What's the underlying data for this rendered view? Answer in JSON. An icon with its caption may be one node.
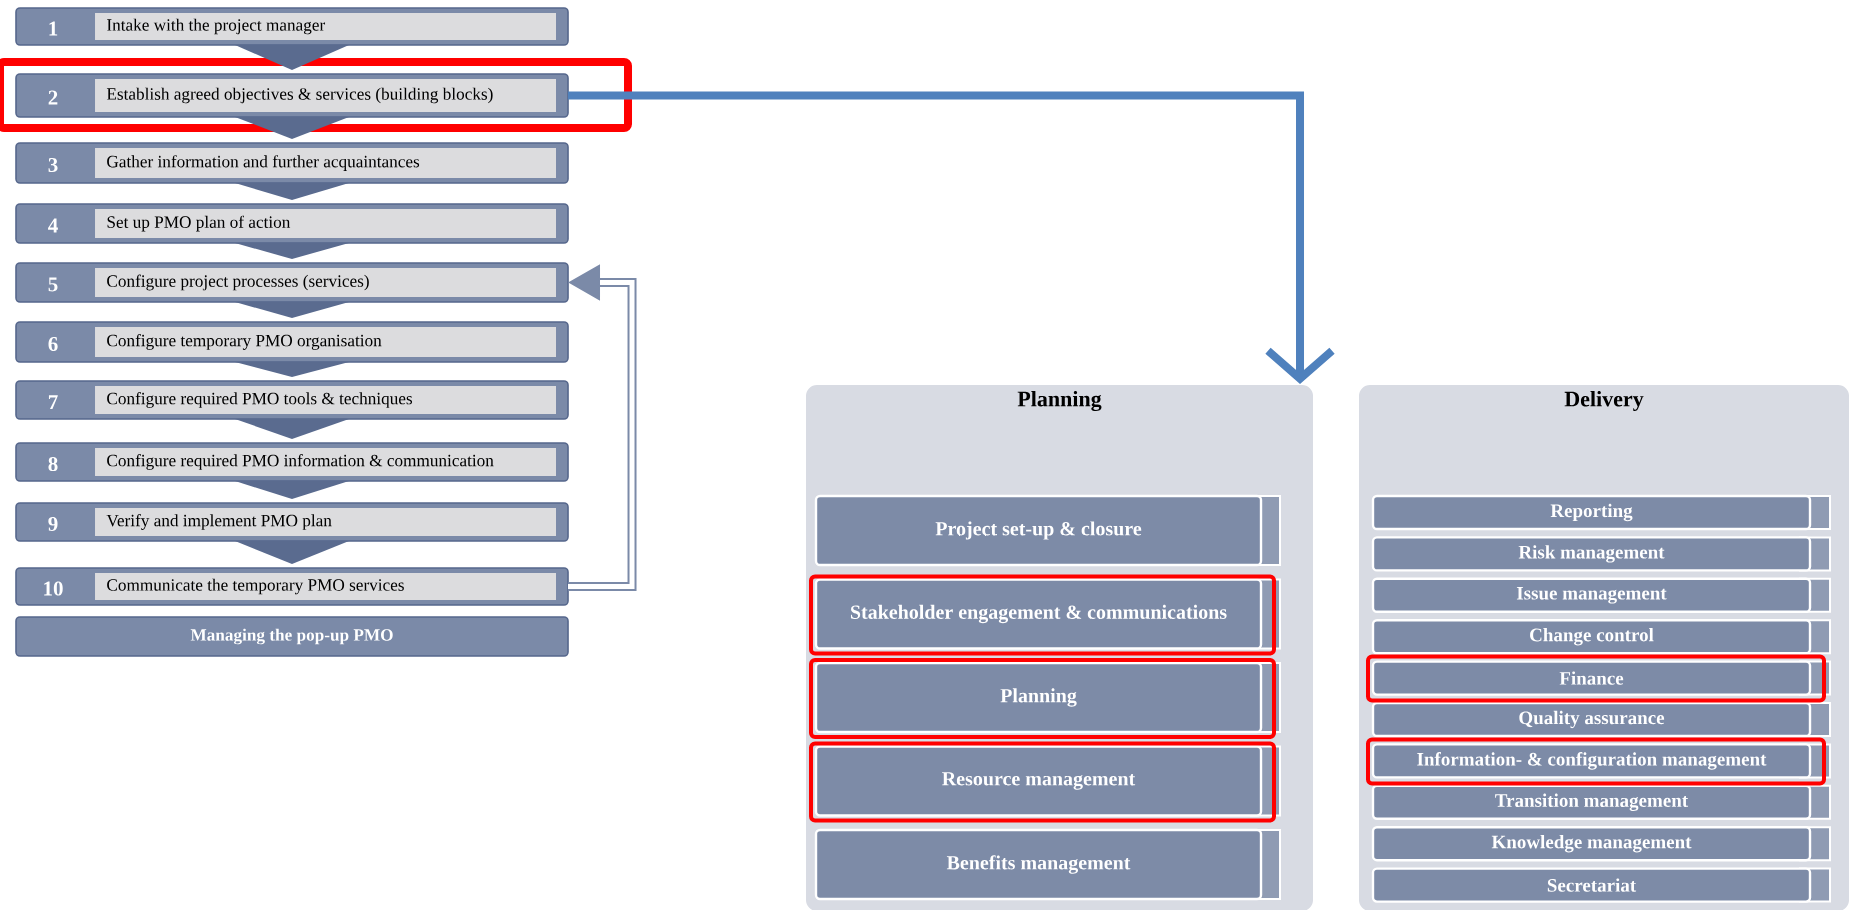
{
  "diagram": {
    "nodes": [
      {
        "text": [
          "1",
          "Intake with the project manager"
        ]
      },
      {
        "text": [
          "2",
          "Establish agreed objectives & services (building blocks)"
        ]
      },
      {
        "text": [
          "3",
          "Gather information and further acquaintances"
        ]
      },
      {
        "text": [
          "4",
          "Set up PMO plan of action"
        ]
      },
      {
        "text": [
          "5",
          "Configure project processes (services)"
        ]
      },
      {
        "text": [
          "6",
          "Configure temporary PMO organisation"
        ]
      },
      {
        "text": [
          "7",
          "Configure required PMO tools & techniques"
        ]
      },
      {
        "text": [
          "8",
          "Configure required PMO information & communication"
        ]
      },
      {
        "text": [
          "9",
          "Verify and implement PMO plan"
        ]
      },
      {
        "text": [
          "10",
          "Communicate the temporary PMO services"
        ]
      },
      {
        "text": [
          "Managing the pop-up PMO"
        ]
      },
      {
        "text": [
          "Planning"
        ]
      },
      {
        "text": [
          "Project set-up & closure"
        ],
        "in": 11
      },
      {
        "text": [
          "Stakeholder engagement & communications"
        ],
        "in": 11
      },
      {
        "text": [
          "Planning"
        ],
        "in": 11
      },
      {
        "text": [
          "Resource management"
        ],
        "in": 11
      },
      {
        "text": [
          "Benefits management"
        ],
        "in": 11
      },
      {
        "text": [
          "Delivery"
        ]
      },
      {
        "text": [
          "Reporting"
        ],
        "in": 17
      },
      {
        "text": [
          "Risk management"
        ],
        "in": 17
      },
      {
        "text": [
          "Issue management"
        ],
        "in": 17
      },
      {
        "text": [
          "Change control"
        ],
        "in": 17
      },
      {
        "text": [
          "Finance"
        ],
        "in": 17
      },
      {
        "text": [
          "Quality assurance"
        ],
        "in": 17
      },
      {
        "text": [
          "Information- & configuration management"
        ],
        "in": 17
      },
      {
        "text": [
          "Transition management"
        ],
        "in": 17
      },
      {
        "text": [
          "Knowledge management"
        ],
        "in": 17
      },
      {
        "text": [
          "Secretariat"
        ],
        "in": 17
      }
    ],
    "edges": [
      {
        "from": 0,
        "to": 1,
        "arrow": "to"
      },
      {
        "from": 1,
        "to": 2,
        "arrow": "to"
      },
      {
        "from": 2,
        "to": 3,
        "arrow": "to"
      },
      {
        "from": 3,
        "to": 4,
        "arrow": "to"
      },
      {
        "from": 4,
        "to": 5,
        "arrow": "to"
      },
      {
        "from": 5,
        "to": 6,
        "arrow": "to"
      },
      {
        "from": 6,
        "to": 7,
        "arrow": "to"
      },
      {
        "from": 7,
        "to": 8,
        "arrow": "to"
      },
      {
        "from": 8,
        "to": 9,
        "arrow": "to"
      },
      {
        "from": 9,
        "to": 4,
        "arrow": "to"
      },
      {
        "from": 1,
        "to": 11,
        "arrow": "to",
        "color": "#4f81bd"
      }
    ]
  }
}
